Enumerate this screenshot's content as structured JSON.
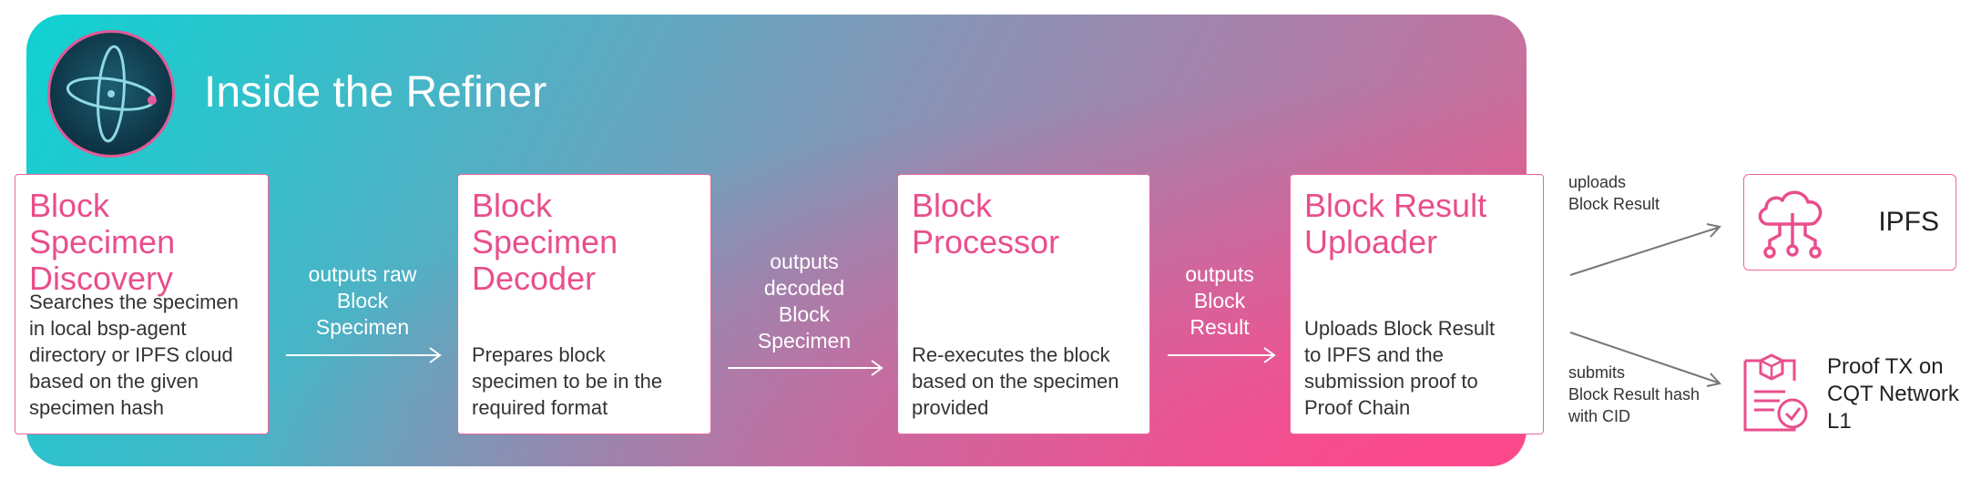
{
  "title": "Inside the Refiner",
  "colors": {
    "accent": "#e94e8c",
    "panel_start": "#0fd2d2",
    "panel_end": "#ff4d8c"
  },
  "stages": [
    {
      "title": "Block Specimen\nDiscovery",
      "description": "Searches the specimen\nin local bsp-agent\ndirectory or IPFS cloud\nbased on the given\nspecimen hash"
    },
    {
      "title": "Block Specimen\nDecoder",
      "description": "Prepares block\nspecimen to be in the\nrequired format"
    },
    {
      "title": "Block Processor",
      "description": "Re-executes the block\nbased on the specimen\nprovided"
    },
    {
      "title": "Block Result\nUploader",
      "description": "Uploads Block Result\nto IPFS and the\nsubmission proof to\nProof Chain"
    }
  ],
  "flows": [
    {
      "label": "outputs raw\nBlock\nSpecimen"
    },
    {
      "label": "outputs\ndecoded\nBlock\nSpecimen"
    },
    {
      "label": "outputs\nBlock\nResult"
    }
  ],
  "outputs": {
    "upload_label": "uploads\nBlock Result",
    "submit_label": "submits\nBlock Result hash\nwith CID",
    "ipfs": {
      "label": "IPFS",
      "icon": "cloud-network-icon"
    },
    "proof": {
      "label": "Proof TX on\nCQT Network\nL1",
      "icon": "document-check-icon"
    }
  }
}
